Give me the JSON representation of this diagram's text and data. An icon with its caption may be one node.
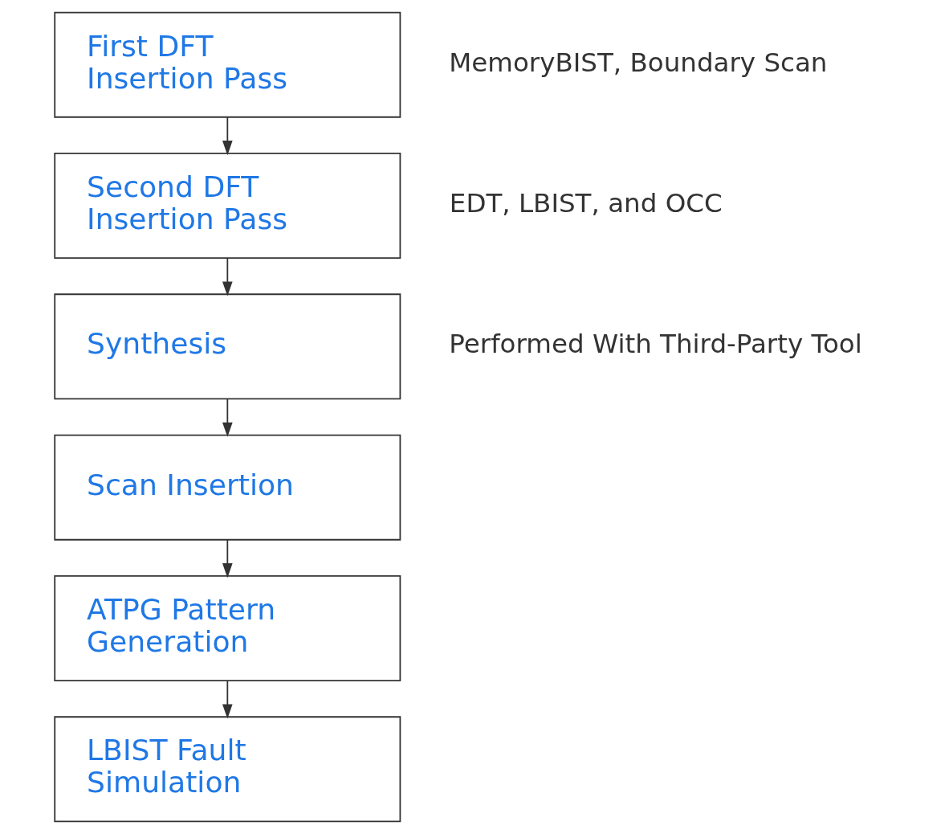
{
  "diagram": {
    "nodes": [
      {
        "text": [
          "First DFT Insertion Pass"
        ],
        "beside": [
          "MemoryBIST, Boundary Scan"
        ]
      },
      {
        "text": [
          "Second DFT Insertion Pass"
        ],
        "beside": [
          "EDT, LBIST, and OCC"
        ]
      },
      {
        "text": [
          "Synthesis"
        ],
        "beside": [
          "Performed With Third-Party Tool"
        ]
      },
      {
        "text": [
          "Scan Insertion"
        ]
      },
      {
        "text": [
          "ATPG Pattern Generation"
        ]
      },
      {
        "text": [
          "LBIST Fault Simulation"
        ]
      }
    ],
    "edges": [
      {
        "from": 0,
        "to": 1,
        "arrow": "to"
      },
      {
        "from": 1,
        "to": 2,
        "arrow": "to"
      },
      {
        "from": 2,
        "to": 3,
        "arrow": "to"
      },
      {
        "from": 3,
        "to": 4,
        "arrow": "to"
      },
      {
        "from": 4,
        "to": 5,
        "arrow": "to"
      }
    ]
  }
}
